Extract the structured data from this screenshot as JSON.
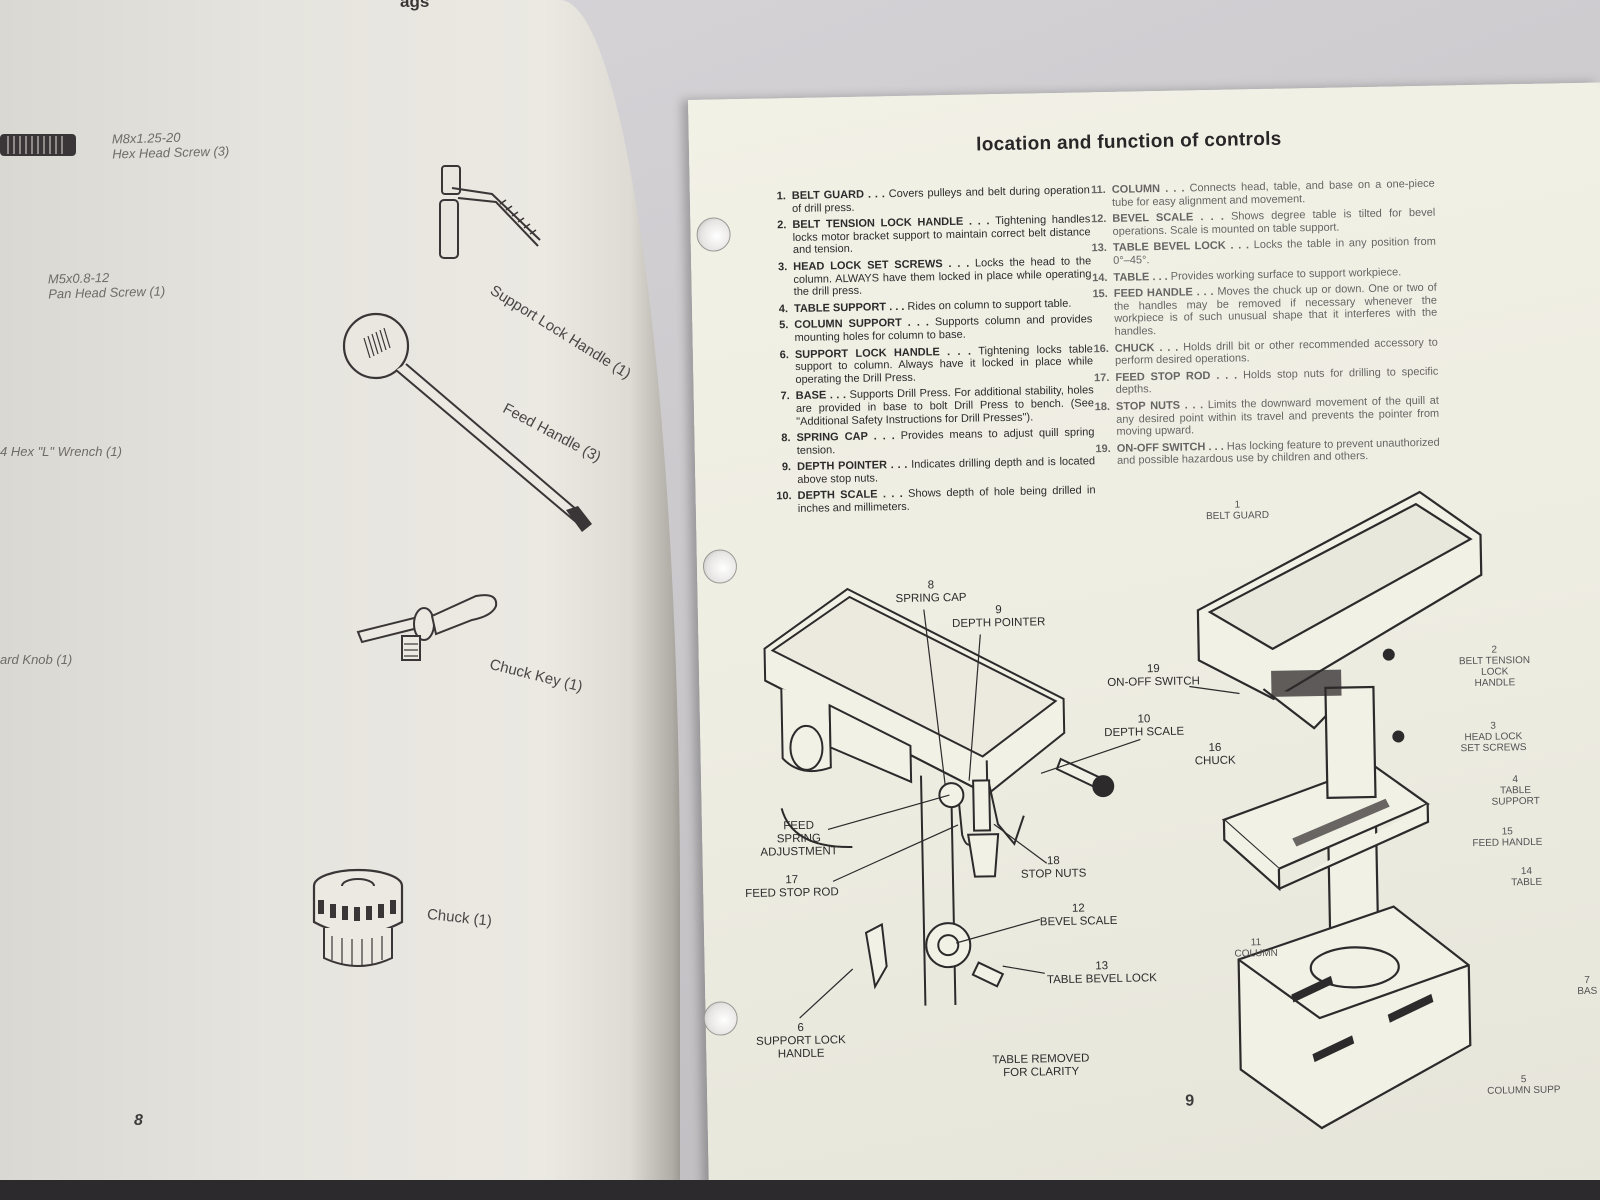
{
  "left_page": {
    "header_fragment": "ags",
    "hardware": [
      {
        "spec": "M8x1.25-20",
        "name": "Hex Head Screw (3)"
      },
      {
        "spec": "M5x0.8-12",
        "name": "Pan Head Screw (1)"
      },
      {
        "spec": "",
        "name": "4 Hex \"L\" Wrench (1)"
      },
      {
        "spec": "",
        "name": "ard Knob (1)"
      }
    ],
    "parts": {
      "support_lock_handle": "Support Lock Handle (1)",
      "feed_handle": "Feed Handle (3)",
      "chuck_key": "Chuck Key (1)",
      "chuck": "Chuck (1)"
    },
    "page_number": "8"
  },
  "right_page": {
    "title": "location and function of controls",
    "controls_left": [
      {
        "num": "1.",
        "name": "BELT GUARD",
        "desc": "Covers pulleys and belt during operation of drill press."
      },
      {
        "num": "2.",
        "name": "BELT TENSION LOCK HANDLE",
        "desc": "Tightening handles locks motor bracket support to maintain correct belt distance and tension."
      },
      {
        "num": "3.",
        "name": "HEAD LOCK SET SCREWS",
        "desc": "Locks the head to the column. ALWAYS have them locked in place while operating the drill press."
      },
      {
        "num": "4.",
        "name": "TABLE SUPPORT",
        "desc": "Rides on column to support table."
      },
      {
        "num": "5.",
        "name": "COLUMN SUPPORT",
        "desc": "Supports column and provides mounting holes for column to base."
      },
      {
        "num": "6.",
        "name": "SUPPORT LOCK HANDLE",
        "desc": "Tightening locks table support to column. Always have it locked in place while operating the Drill Press."
      },
      {
        "num": "7.",
        "name": "BASE",
        "desc": "Supports Drill Press. For additional stability, holes are provided in base to bolt Drill Press to bench. (See \"Additional Safety Instructions for Drill Presses\")."
      },
      {
        "num": "8.",
        "name": "SPRING CAP",
        "desc": "Provides means to adjust quill spring tension."
      },
      {
        "num": "9.",
        "name": "DEPTH POINTER",
        "desc": "Indicates drilling depth and is located above stop nuts."
      },
      {
        "num": "10.",
        "name": "DEPTH SCALE",
        "desc": "Shows depth of hole being drilled in inches and millimeters."
      }
    ],
    "controls_right": [
      {
        "num": "11.",
        "name": "COLUMN",
        "desc": "Connects head, table, and base on a one-piece tube for easy alignment and movement."
      },
      {
        "num": "12.",
        "name": "BEVEL SCALE",
        "desc": "Shows degree table is tilted for bevel operations. Scale is mounted on table support."
      },
      {
        "num": "13.",
        "name": "TABLE BEVEL LOCK",
        "desc": "Locks the table in any position from 0°–45°."
      },
      {
        "num": "14.",
        "name": "TABLE",
        "desc": "Provides working surface to support workpiece."
      },
      {
        "num": "15.",
        "name": "FEED HANDLE",
        "desc": "Moves the chuck up or down. One or two of the handles may be removed if necessary whenever the workpiece is of such unusual shape that it interferes with the handles."
      },
      {
        "num": "16.",
        "name": "CHUCK",
        "desc": "Holds drill bit or other recommended accessory to perform desired operations."
      },
      {
        "num": "17.",
        "name": "FEED STOP ROD",
        "desc": "Holds stop nuts for drilling to specific depths."
      },
      {
        "num": "18.",
        "name": "STOP NUTS",
        "desc": "Limits the downward movement of the quill at any desired point within its travel and prevents the pointer from moving upward."
      },
      {
        "num": "19.",
        "name": "ON-OFF SWITCH",
        "desc": "Has locking feature to prevent unauthorized and possible hazardous use by children and others."
      }
    ],
    "diagram1_callouts": {
      "spring_cap": "8\nSPRING CAP",
      "depth_pointer": "9\nDEPTH POINTER",
      "on_off_switch": "19\nON-OFF SWITCH",
      "depth_scale": "10\nDEPTH SCALE",
      "feed_spring": "FEED\nSPRING\nADJUSTMENT",
      "stop_nuts": "18\nSTOP NUTS",
      "feed_stop_rod": "17\nFEED STOP ROD",
      "bevel_scale": "12\nBEVEL SCALE",
      "table_bevel_lock": "13\nTABLE BEVEL LOCK",
      "support_lock_handle": "6\nSUPPORT LOCK\nHANDLE",
      "table_removed": "TABLE REMOVED\nFOR CLARITY"
    },
    "diagram2_callouts": {
      "belt_guard": "1\nBELT GUARD",
      "belt_tension": "2\nBELT TENSION\nLOCK\nHANDLE",
      "head_lock": "3\nHEAD LOCK\nSET SCREWS",
      "table_support": "4\nTABLE\nSUPPORT",
      "feed_handle": "15\nFEED HANDLE",
      "chuck": "16\nCHUCK",
      "table": "14\nTABLE",
      "column": "11\nCOLUMN",
      "base": "7\nBAS",
      "column_support": "5\nCOLUMN SUPP"
    },
    "page_number": "9"
  }
}
